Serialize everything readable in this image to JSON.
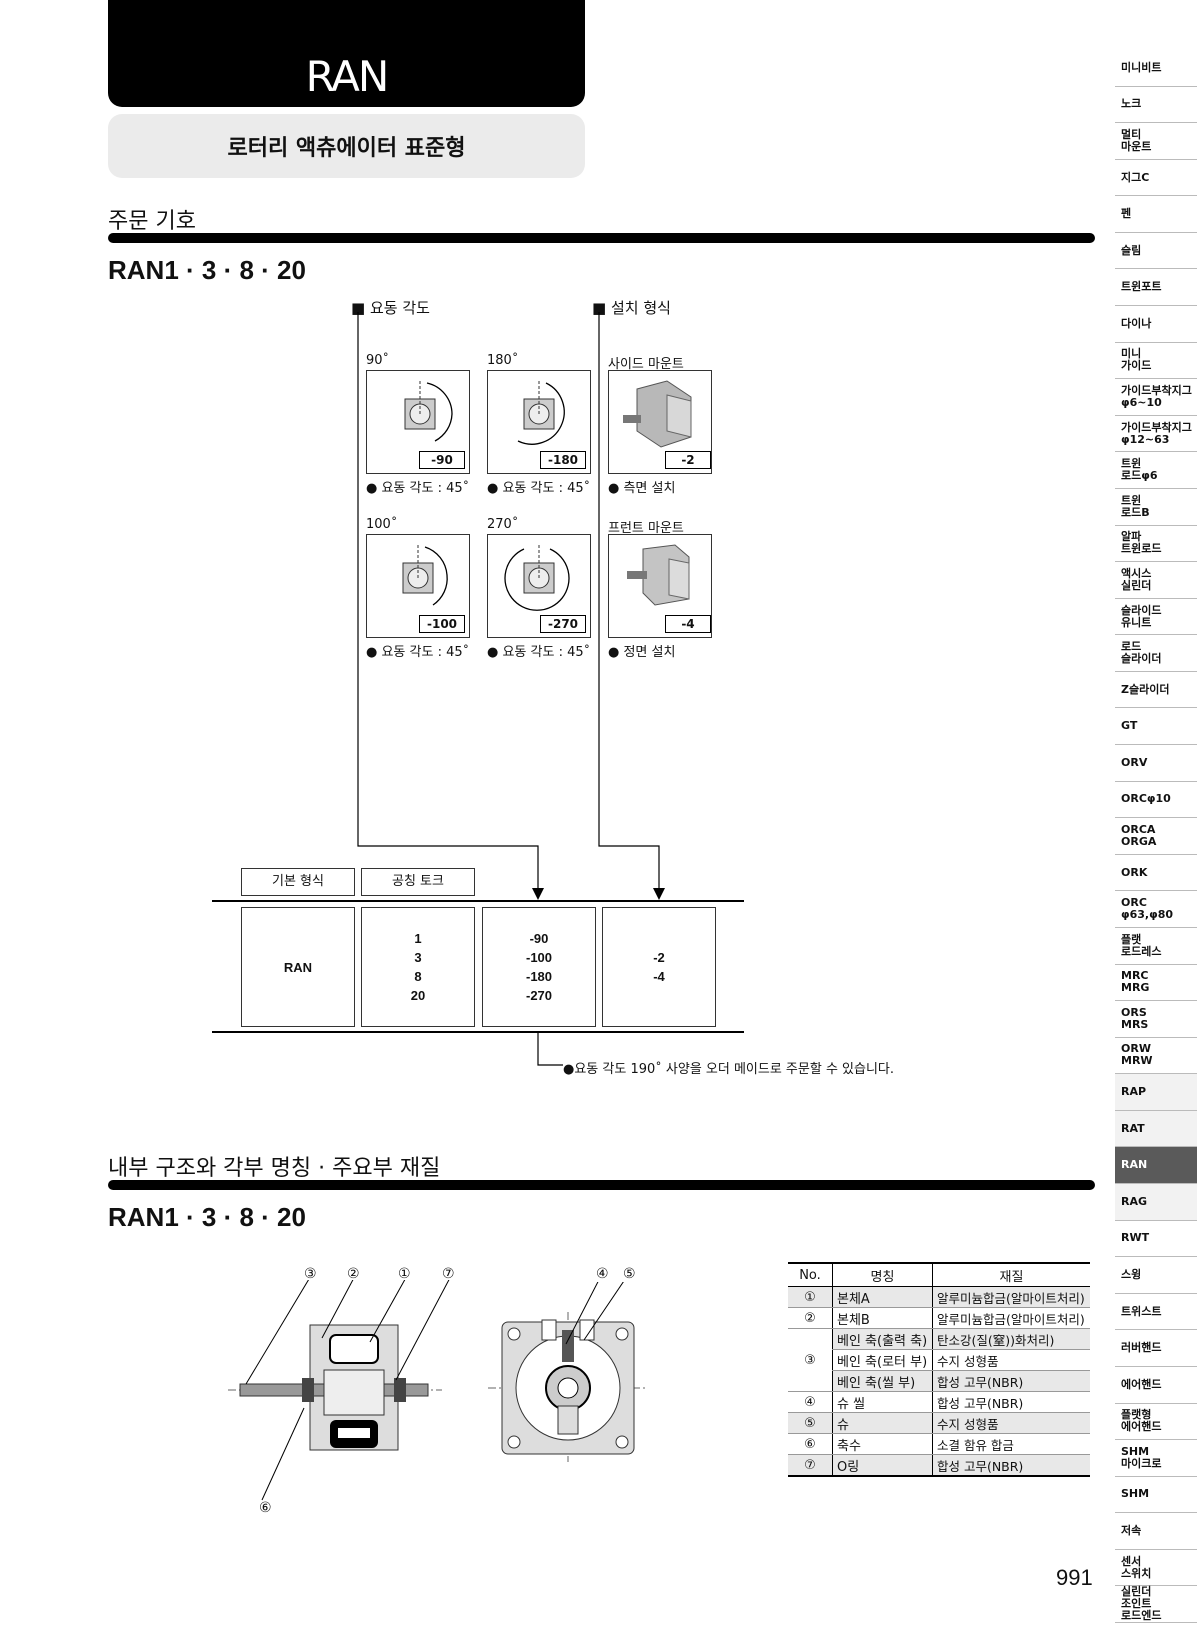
{
  "header": {
    "title": "RAN",
    "subtitle": "로터리 액츄에이터 표준형"
  },
  "order": {
    "section_title": "주문 기호",
    "model_title": "RAN1 · 3 · 8 · 20",
    "angle_heading": "요동 각도",
    "mount_heading": "설치 형식",
    "angle_options": [
      {
        "label": "90˚",
        "code": "-90",
        "note": "● 요동 각도 : 45˚"
      },
      {
        "label": "180˚",
        "code": "-180",
        "note": "● 요동 각도 : 45˚"
      },
      {
        "label": "100˚",
        "code": "-100",
        "note": "● 요동 각도 : 45˚"
      },
      {
        "label": "270˚",
        "code": "-270",
        "note": "● 요동 각도 : 45˚"
      }
    ],
    "mount_options": [
      {
        "label": "사이드 마운트",
        "code": "-2",
        "note": "● 측면 설치"
      },
      {
        "label": "프런트 마운트",
        "code": "-4",
        "note": "● 정면 설치"
      }
    ],
    "columns": {
      "base_label": "기본 형식",
      "torque_label": "공칭 토크",
      "base_value": "RAN",
      "torque_values": [
        "1",
        "3",
        "8",
        "20"
      ],
      "angle_values": [
        "-90",
        "-100",
        "-180",
        "-270"
      ],
      "mount_values": [
        "-2",
        "-4"
      ]
    },
    "footnote": "●요동 각도 190˚ 사양을 오더 메이드로 주문할 수 있습니다."
  },
  "structure": {
    "section_title": "내부 구조와 각부 명칭 · 주요부 재질",
    "model_title": "RAN1 · 3 · 8 · 20",
    "callouts_left": [
      "③",
      "②",
      "①",
      "⑦"
    ],
    "callouts_right": [
      "④",
      "⑤"
    ],
    "callout_bottom": "⑥",
    "table": {
      "headers": [
        "No.",
        "명칭",
        "재질"
      ],
      "rows": [
        {
          "no": "①",
          "name": "본체A",
          "material": "알루미늄합금(알마이트처리)"
        },
        {
          "no": "②",
          "name": "본체B",
          "material": "알루미늄합금(알마이트처리)"
        },
        {
          "no": "③",
          "name": "베인 축(출력 축)",
          "material": "탄소강(질(窒))화처리)"
        },
        {
          "no": "",
          "name": "베인 축(로터 부)",
          "material": "수지 성형품"
        },
        {
          "no": "",
          "name": "베인 축(씰 부)",
          "material": "합성 고무(NBR)"
        },
        {
          "no": "④",
          "name": "슈 씰",
          "material": "합성 고무(NBR)"
        },
        {
          "no": "⑤",
          "name": "슈",
          "material": "수지 성형품"
        },
        {
          "no": "⑥",
          "name": "축수",
          "material": "소결 함유 합금"
        },
        {
          "no": "⑦",
          "name": "O링",
          "material": "합성 고무(NBR)"
        }
      ]
    }
  },
  "sidebar": [
    "미니비트",
    "노크",
    "멀티\n마운트",
    "지그C",
    "펜",
    "슬림",
    "트윈포트",
    "다이나",
    "미니\n가이드",
    "가이드부착지그\nφ6~10",
    "가이드부착지그\nφ12~63",
    "트윈\n로드φ6",
    "트윈\n로드B",
    "알파\n트윈로드",
    "액시스\n실린더",
    "슬라이드\n유니트",
    "로드\n슬라이더",
    "Z슬라이더",
    "GT",
    "ORV",
    "ORCφ10",
    "ORCA\nORGA",
    "ORK",
    "ORC\nφ63,φ80",
    "플랫\n로드레스",
    "MRC\nMRG",
    "ORS\nMRS",
    "ORW\nMRW",
    "RAP",
    "RAT",
    "RAN",
    "RAG",
    "RWT",
    "스윙",
    "트위스트",
    "러버핸드",
    "에어핸드",
    "플랫형\n에어핸드",
    "SHM\n마이크로",
    "SHM",
    "저속",
    "센서\n스위치",
    "실린더\n조인트\n로드엔드"
  ],
  "sidebar_active": "RAN",
  "page_number": "991"
}
